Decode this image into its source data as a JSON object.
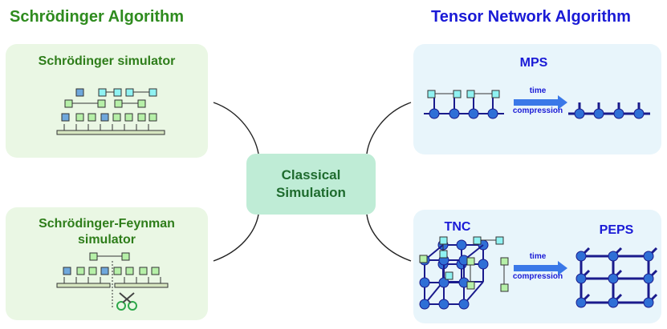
{
  "headers": {
    "left": "Schrödinger Algorithm",
    "right": "Tensor Network Algorithm"
  },
  "center": {
    "label": "Classical\nSimulation"
  },
  "panels": {
    "schrodinger": {
      "title": "Schrödinger simulator"
    },
    "schrodinger_feynman": {
      "title": "Schrödinger-Feynman\nsimulator"
    },
    "mps": {
      "title": "MPS",
      "arrow_top": "time",
      "arrow_bottom": "compression"
    },
    "tnc": {
      "title": "TNC",
      "result_title": "PEPS",
      "arrow_top": "time",
      "arrow_bottom": "compression"
    }
  },
  "colors": {
    "green_header": "#2e8b1e",
    "blue_header": "#1a1ad6",
    "gate_blue": "#6fa8dc",
    "gate_green": "#b6f0a8",
    "gate_cyan": "#8ff2f2",
    "node_blue": "#2f6fd6",
    "edge_navy": "#1a1a8c"
  },
  "icons": {
    "cut": "scissors-icon",
    "arrow": "right-arrow-icon"
  }
}
